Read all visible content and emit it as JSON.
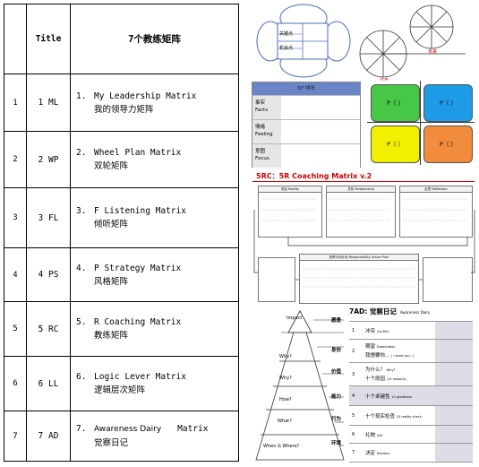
{
  "table": {
    "headers": {
      "col1": "",
      "col2": "Title",
      "col3": "7个教练矩阵"
    },
    "rows": [
      {
        "no": "1",
        "code": "1 ML",
        "num": "1.",
        "en": "My Leadership Matrix",
        "zh": "我的领导力矩阵"
      },
      {
        "no": "2",
        "code": "2 WP",
        "num": "2.",
        "en": "Wheel Plan Matrix",
        "zh": "双轮矩阵"
      },
      {
        "no": "3",
        "code": "3 FL",
        "num": "3.",
        "en": "F Listening Matrix",
        "zh": "倾听矩阵"
      },
      {
        "no": "4",
        "code": "4 PS",
        "num": "4.",
        "en": "P Strategy Matrix",
        "zh": "风格矩阵"
      },
      {
        "no": "5",
        "code": "5 RC",
        "num": "5.",
        "en": "R Coaching Matrix",
        "zh": "教练矩阵"
      },
      {
        "no": "6",
        "code": "6 LL",
        "num": "6.",
        "en": "Logic Lever Matrix",
        "zh": "逻辑层次矩阵"
      },
      {
        "no": "7",
        "code": "7 AD",
        "num": "7.",
        "en": "Awareness Dairy",
        "en2": "Matrix",
        "zh": "觉察日记"
      }
    ]
  },
  "panel_leadership": {
    "label1": "关键点",
    "label2": "机会点"
  },
  "panel_wheels": {
    "left_label": "过去",
    "right_label": "未来"
  },
  "panel_5p": {
    "header": "5P 倾听",
    "rows": [
      {
        "zh": "事实",
        "en": "Facts"
      },
      {
        "zh": "情绪",
        "en": "Feeling"
      },
      {
        "zh": "意图",
        "en": "Focus"
      }
    ]
  },
  "panel_quadrants": {
    "cells": [
      {
        "label": "P（  ）",
        "color": "#46c846"
      },
      {
        "label": "P（  ）",
        "color": "#1e9be6"
      },
      {
        "label": "P（  ）",
        "color": "#f0f000"
      },
      {
        "label": "P（  ）",
        "color": "#f08c3c"
      }
    ]
  },
  "panel_coach": {
    "title": "5RC：5R Coaching Matrix v.2",
    "box1": "现实 Reality",
    "box2": "关系 Relationship",
    "box3": "反思 Reflection",
    "box4": "担责行动计划 Responsibility Action Plan"
  },
  "panel_pyramid": {
    "levels": [
      "Impact",
      "Why?",
      "Why?",
      "How?",
      "What?",
      "When & Where?"
    ],
    "right_labels": [
      "愿景",
      "身份",
      "价值",
      "能力",
      "行为",
      "环境"
    ]
  },
  "panel_diary": {
    "title": "7AD: 觉察日记",
    "subtitle": "Awareness Dairy",
    "rows": [
      {
        "n": "1",
        "zh": "冲突",
        "en": "Conflict"
      },
      {
        "n": "2",
        "zh": "期望",
        "en": "Expectation",
        "zh2": "我想要你...",
        "en2": "( I want you...)"
      },
      {
        "n": "3",
        "zh": "为什么？",
        "en": "Why?",
        "zh2": "十个原因",
        "en2": "(10 reasons)"
      },
      {
        "n": "4",
        "zh": "十个卓越性",
        "en": "10 greatness"
      },
      {
        "n": "5",
        "zh": "十个现实检查",
        "en": "10 reality check"
      },
      {
        "n": "6",
        "zh": "礼物",
        "en": "Gift"
      },
      {
        "n": "7",
        "zh": "决定",
        "en": "Decision"
      }
    ]
  }
}
